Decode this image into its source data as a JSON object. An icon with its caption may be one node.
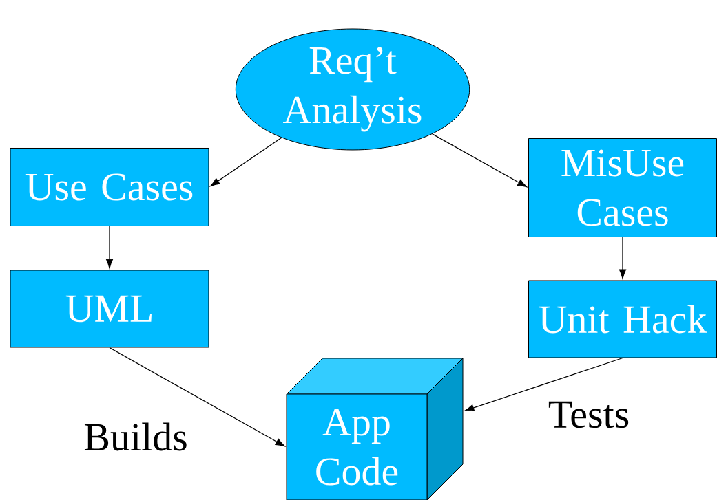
{
  "diagram": {
    "nodes": [
      {
        "text": [
          "Req’t Analysis"
        ]
      },
      {
        "text": [
          "Use Cases"
        ]
      },
      {
        "text": [
          "MisUse Cases"
        ]
      },
      {
        "text": [
          "UML"
        ]
      },
      {
        "text": [
          "Unit Hack"
        ]
      },
      {
        "text": [
          "App Code"
        ]
      }
    ],
    "edges": [
      {
        "from": 0,
        "to": 1,
        "arrow": "to"
      },
      {
        "from": 0,
        "to": 2,
        "arrow": "to"
      },
      {
        "from": 1,
        "to": 3,
        "arrow": "to"
      },
      {
        "from": 2,
        "to": 4,
        "arrow": "to"
      },
      {
        "from": 3,
        "to": 5,
        "arrow": "to",
        "label": "Builds"
      },
      {
        "from": 4,
        "to": 5,
        "arrow": "to",
        "label": "Tests"
      }
    ]
  }
}
